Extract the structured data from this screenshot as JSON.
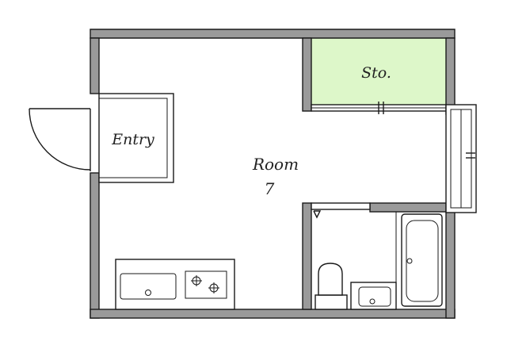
{
  "labels": {
    "storage": "Sto.",
    "entry": "Entry",
    "room": "Room",
    "room_size": "7"
  },
  "colors": {
    "storage_fill": "#ddf7c9",
    "wall_fill": "#9a9a9a",
    "line": "#1a1a1a"
  }
}
